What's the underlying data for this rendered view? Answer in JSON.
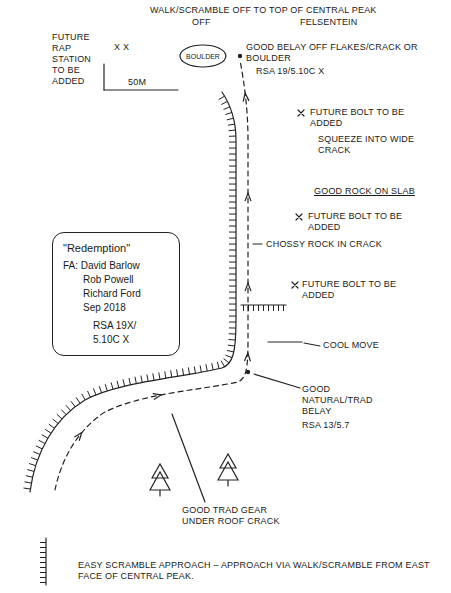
{
  "diagram": {
    "nodes": [
      {
        "text": [
          "BOULDER"
        ]
      },
      {
        "text": [
          "\"Redemption\"",
          "FA: David Barlow",
          "Rob Powell",
          "Richard Ford",
          "Sep 2018",
          "RSA 19X/",
          "5.10C X"
        ]
      }
    ],
    "labels": [
      "WALK/SCRAMBLE OFF TO TOP OF CENTRAL PEAK",
      "OFF",
      "FELSENTEIN",
      "FUTURE RAP STATION TO BE ADDED",
      "X X",
      "50M",
      "GOOD BELAY OFF FLAKES/CRACK OR BOULDER",
      "RSA 19/5.10C X",
      "FUTURE BOLT TO BE ADDED",
      "SQUEEZE INTO WIDE CRACK",
      "GOOD ROCK ON SLAB",
      "FUTURE BOLT TO BE ADDED",
      "CHOSSY ROCK IN CRACK",
      "FUTURE BOLT TO BE ADDED",
      "COOL MOVE",
      "GOOD NATURAL/TRAD BELAY",
      "RSA 13/5.7",
      "GOOD TRAD GEAR UNDER ROOF CRACK",
      "EASY SCRAMBLE APPROACH – APPROACH VIA WALK/SCRAMBLE FROM EAST FACE OF CENTRAL PEAK."
    ]
  }
}
